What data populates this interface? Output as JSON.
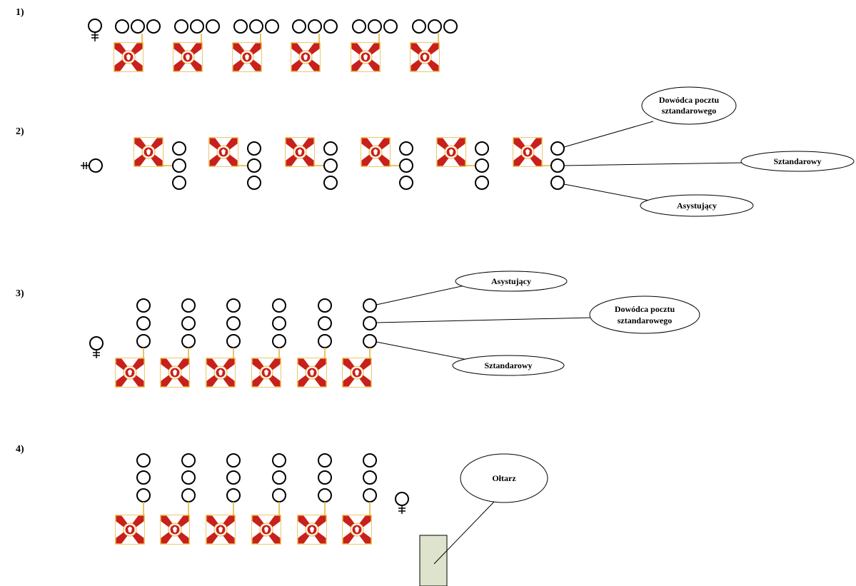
{
  "sections": [
    {
      "label": "1)"
    },
    {
      "label": "2)"
    },
    {
      "label": "3)"
    },
    {
      "label": "4)"
    }
  ],
  "callouts": {
    "s2_commander_line1": "Dowódca pocztu",
    "s2_commander_line2": "sztandarowego",
    "s2_bearer": "Sztandarowy",
    "s2_assistant": "Asystujący",
    "s3_assistant": "Asystujący",
    "s3_commander_line1": "Dowódca pocztu",
    "s3_commander_line2": "sztandarowego",
    "s3_bearer": "Sztandarowy",
    "s4_altar": "Ołtarz"
  },
  "colors": {
    "flag_red": "#c8201c",
    "flag_white": "#ffffff",
    "flag_border": "#e8b33a",
    "altar_fill": "#dde3cc"
  },
  "icons": {
    "commander": "commander-symbol-icon",
    "soldier": "soldier-circle-icon",
    "standard": "regimental-standard-icon"
  }
}
